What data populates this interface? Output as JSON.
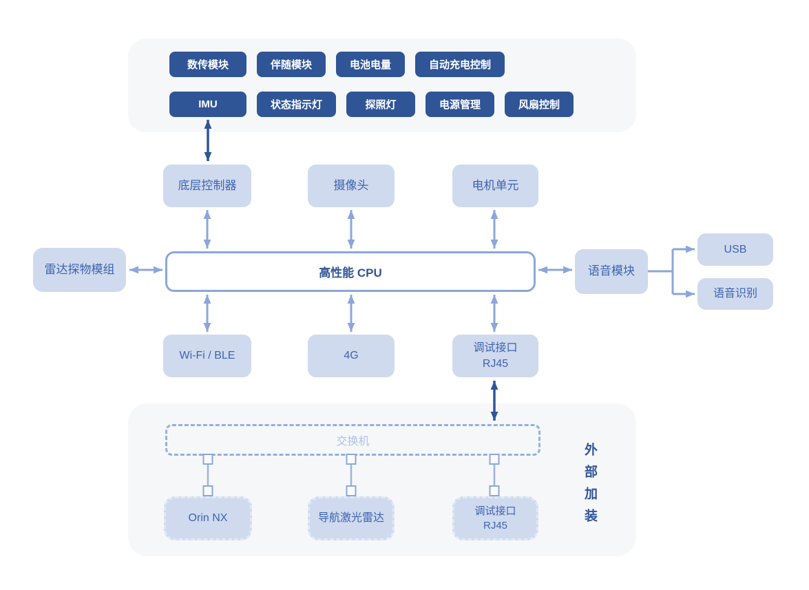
{
  "colors": {
    "primary_dark": "#2F5597",
    "light_fill": "#CFDAEF",
    "connector_light": "#8CA6D9",
    "panel_bg": "#F6F7F9",
    "label_blue": "#3D63AE",
    "switch_text": "#B0C1E5"
  },
  "top_panel": {
    "row1": [
      "数传模块",
      "伴随模块",
      "电池电量",
      "自动充电控制"
    ],
    "row2": [
      "IMU",
      "状态指示灯",
      "探照灯",
      "电源管理",
      "风扇控制"
    ]
  },
  "mid_row": {
    "controller": "底层控制器",
    "camera": "摄像头",
    "motor": "电机单元"
  },
  "cpu_label": "高性能 CPU",
  "radar_label": "雷达探物模组",
  "voice": {
    "module": "语音模块",
    "usb": "USB",
    "recognition": "语音识别"
  },
  "bottom_row": {
    "wifi": "Wi-Fi / BLE",
    "cellular": "4G",
    "debug_line1": "调试接口",
    "debug_line2": "RJ45"
  },
  "external": {
    "switch": "交换机",
    "orin": "Orin NX",
    "lidar": "导航激光雷达",
    "debug_line1": "调试接口",
    "debug_line2": "RJ45",
    "side_label": "外部加装"
  }
}
